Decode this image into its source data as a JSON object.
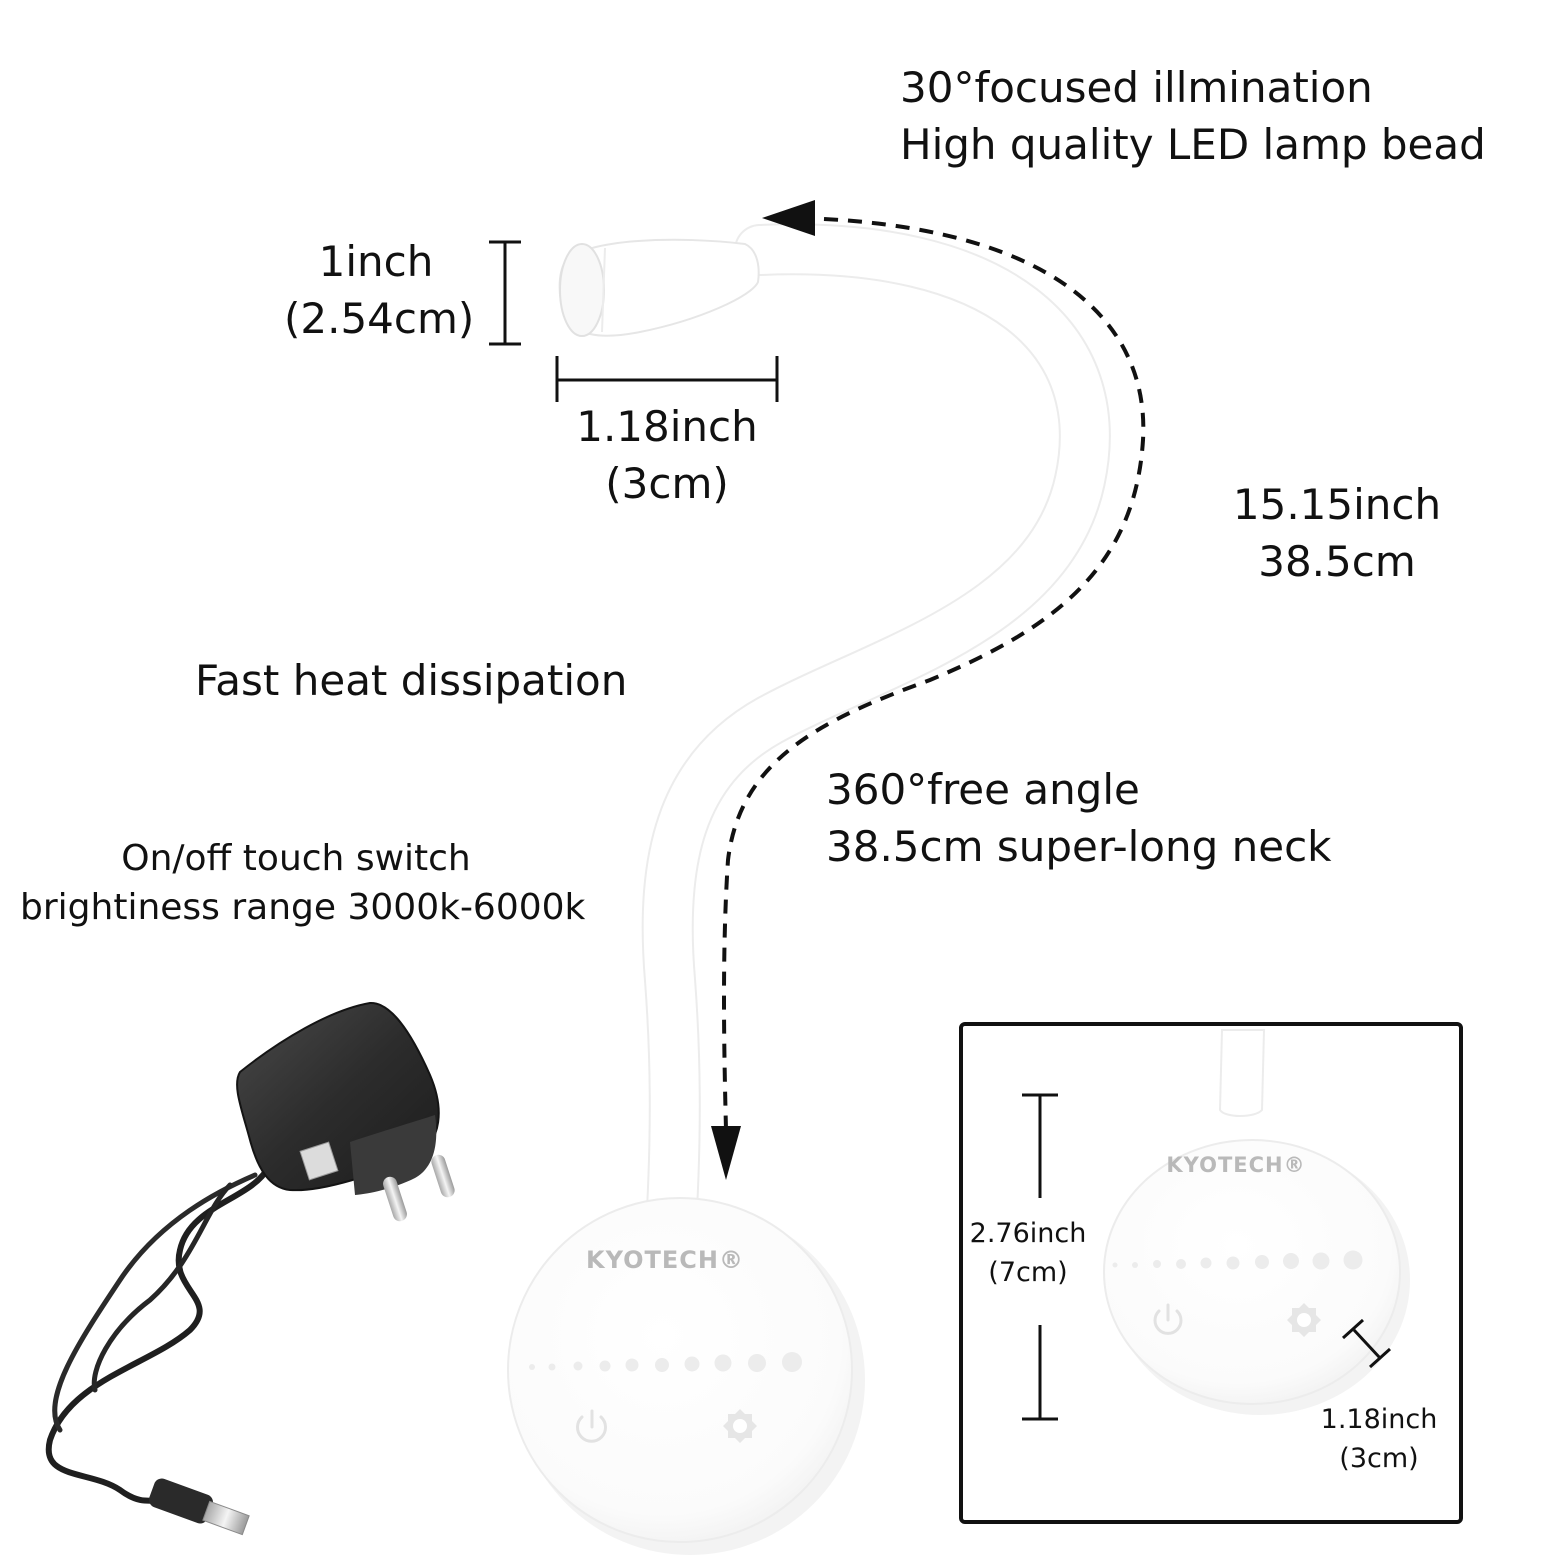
{
  "annotations": {
    "head_features": {
      "line1": "30°focused illmination",
      "line2": "High quality LED lamp bead"
    },
    "head_height": {
      "inch": "1inch",
      "cm": "(2.54cm)"
    },
    "head_width": {
      "inch": "1.18inch",
      "cm": "(3cm)"
    },
    "neck_length": {
      "inch": "15.15inch",
      "cm": "38.5cm"
    },
    "heat": "Fast heat dissipation",
    "neck_features": {
      "line1": "360°free angle",
      "line2": "38.5cm super-long neck"
    },
    "switch_features": {
      "line1": "On/off touch switch",
      "line2": "brightiness range 3000k-6000k"
    }
  },
  "base": {
    "brand": "KYOTECH",
    "registered_mark": "®",
    "power_icon": "power-icon",
    "brightness_icon": "brightness-icon",
    "indicator_dots": 10
  },
  "inset": {
    "base_height": {
      "inch": "2.76inch",
      "cm": "(7cm)"
    },
    "base_depth": {
      "inch": "1.18inch",
      "cm": "(3cm)"
    }
  },
  "colors": {
    "text": "#111111",
    "lamp_body": "#ffffff",
    "lamp_outline": "#ececec",
    "adapter": "#2e2e2e",
    "brand_gray": "#b5b5b5"
  }
}
